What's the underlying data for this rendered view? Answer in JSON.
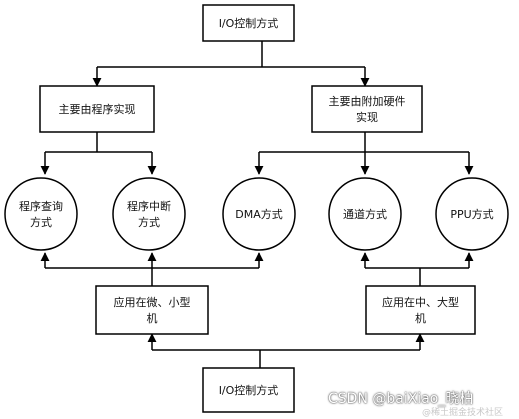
{
  "diagram": {
    "top_node": {
      "label": "I/O控制方式"
    },
    "bottom_node": {
      "label": "I/O控制方式"
    },
    "categories": [
      {
        "label_lines": [
          "主要由程序实现"
        ]
      },
      {
        "label_lines": [
          "主要由附加硬件",
          "实现"
        ]
      }
    ],
    "methods": [
      {
        "label_lines": [
          "程序查询",
          "方式"
        ]
      },
      {
        "label_lines": [
          "程序中断",
          "方式"
        ]
      },
      {
        "label_lines": [
          "DMA方式"
        ]
      },
      {
        "label_lines": [
          "通道方式"
        ]
      },
      {
        "label_lines": [
          "PPU方式"
        ]
      }
    ],
    "applications": [
      {
        "label_lines": [
          "应用在微、小型",
          "机"
        ]
      },
      {
        "label_lines": [
          "应用在中、大型",
          "机"
        ]
      }
    ]
  },
  "watermark": {
    "text": "CSDN @baiXiao_晓柏",
    "subtext": "@稀土掘金技术社区"
  },
  "colors": {
    "line": "#000000",
    "node_border": "#000000",
    "node_fill": "#ffffff",
    "text": "#111111"
  }
}
